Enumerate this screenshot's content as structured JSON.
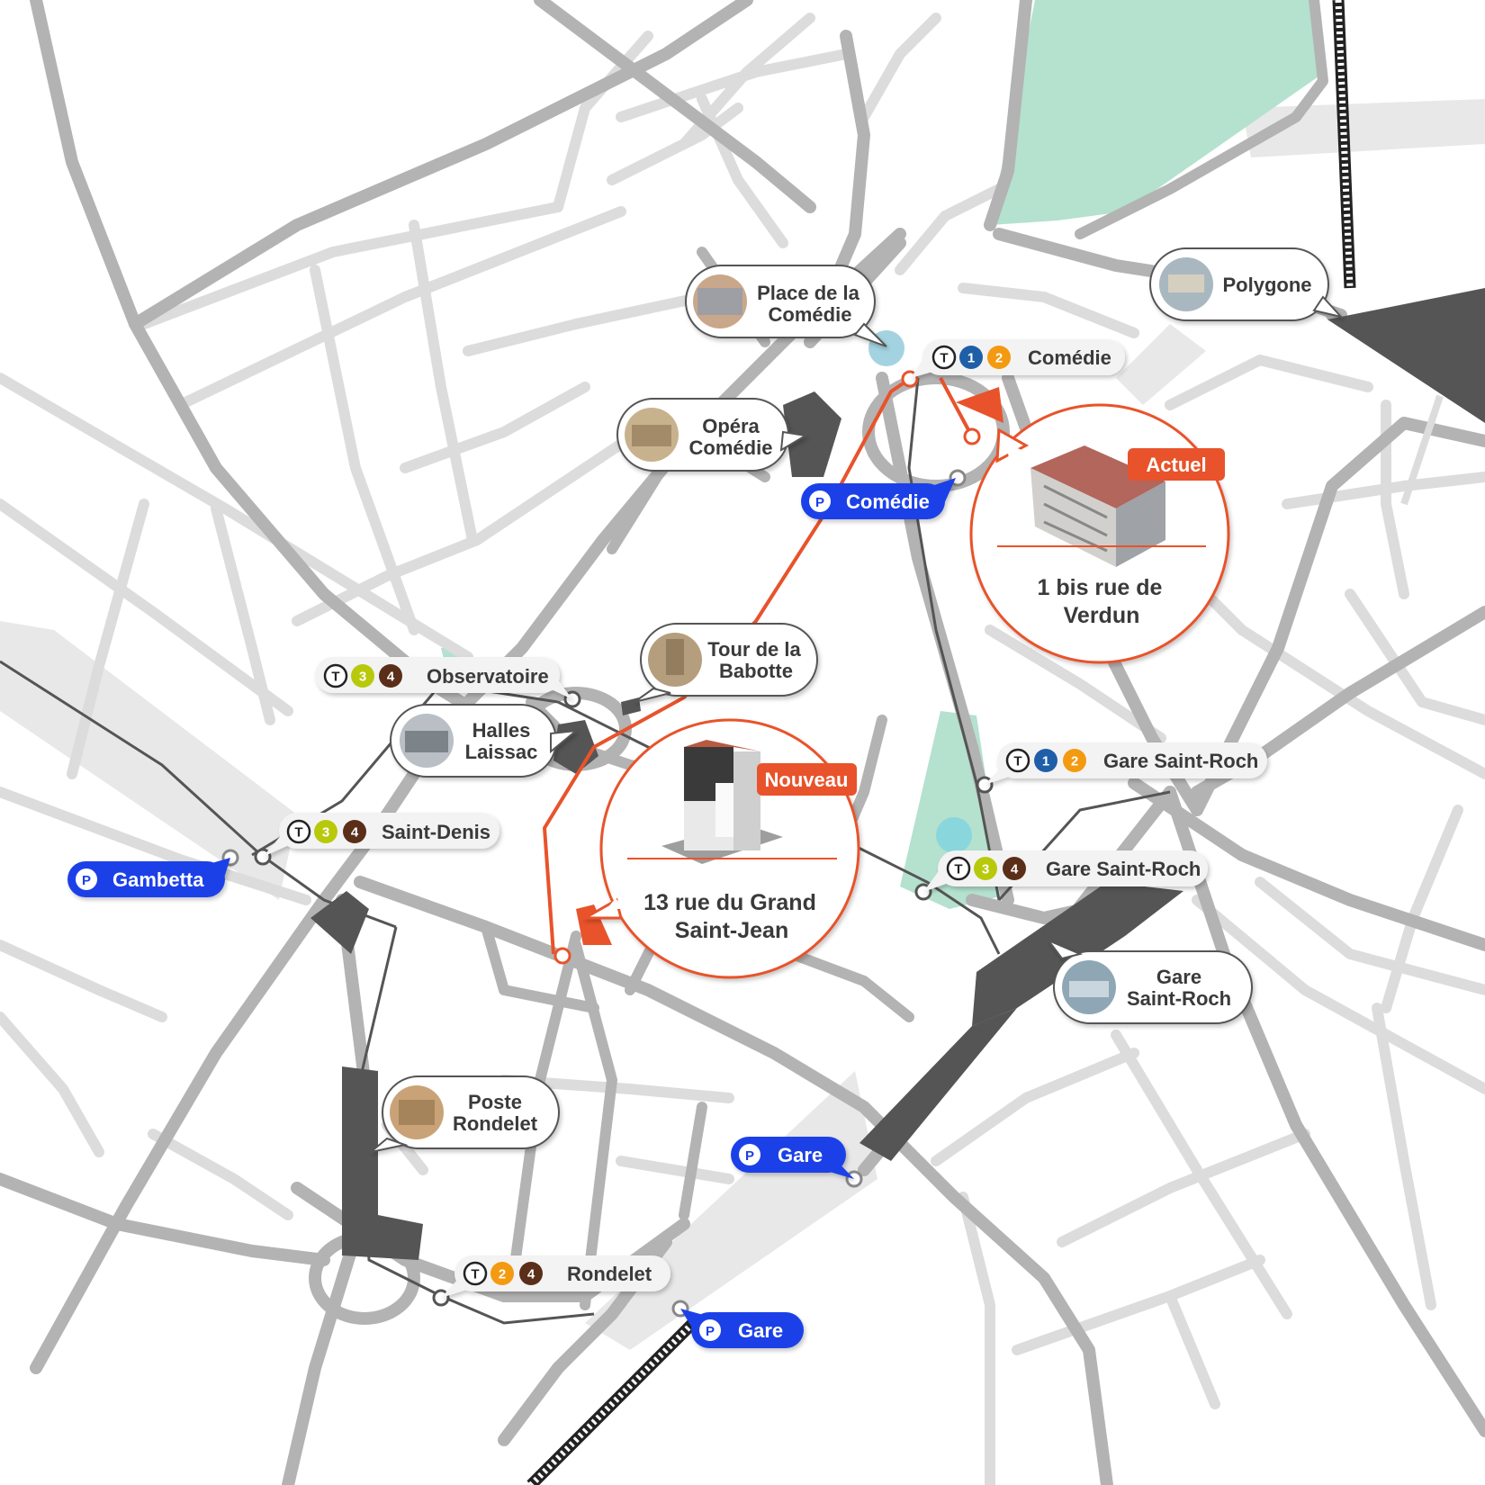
{
  "colors": {
    "road_major": "#b3b3b3",
    "road_minor": "#dcdcdc",
    "park": "#b5e1cf",
    "building": "#555555",
    "route": "#e8532b",
    "parking": "#1a3fe8",
    "tram_1": "#1f5fa8",
    "tram_2": "#f39a10",
    "tram_3": "#b8c90b",
    "tram_4": "#5a2e18"
  },
  "tram_stops": [
    {
      "name": "Comédie",
      "lines": [
        "1",
        "2"
      ]
    },
    {
      "name": "Observatoire",
      "lines": [
        "3",
        "4"
      ]
    },
    {
      "name": "Saint-Denis",
      "lines": [
        "3",
        "4"
      ]
    },
    {
      "name": "Gare Saint-Roch",
      "lines": [
        "1",
        "2"
      ]
    },
    {
      "name": "Gare Saint-Roch",
      "lines": [
        "3",
        "4"
      ]
    },
    {
      "name": "Rondelet",
      "lines": [
        "2",
        "4"
      ]
    }
  ],
  "tram_symbol": "T",
  "parkings": [
    {
      "symbol": "P",
      "name": "Comédie"
    },
    {
      "symbol": "P",
      "name": "Gambetta"
    },
    {
      "symbol": "P",
      "name": "Gare"
    },
    {
      "symbol": "P",
      "name": "Gare"
    }
  ],
  "landmarks": [
    {
      "line1": "Place de la",
      "line2": "Comédie",
      "icon": "fountain-photo-icon"
    },
    {
      "line1": "Opéra",
      "line2": "Comédie",
      "icon": "opera-photo-icon"
    },
    {
      "line1": "Polygone",
      "line2": "",
      "icon": "mall-photo-icon"
    },
    {
      "line1": "Tour de la",
      "line2": "Babotte",
      "icon": "tower-photo-icon"
    },
    {
      "line1": "Halles",
      "line2": "Laissac",
      "icon": "market-photo-icon"
    },
    {
      "line1": "Gare",
      "line2": "Saint-Roch",
      "icon": "station-photo-icon"
    },
    {
      "line1": "Poste",
      "line2": "Rondelet",
      "icon": "post-office-photo-icon"
    }
  ],
  "locations": {
    "current": {
      "badge": "Actuel",
      "line1": "1 bis rue de",
      "line2": "Verdun"
    },
    "new": {
      "badge": "Nouveau",
      "line1": "13 rue du Grand",
      "line2": "Saint-Jean"
    }
  }
}
